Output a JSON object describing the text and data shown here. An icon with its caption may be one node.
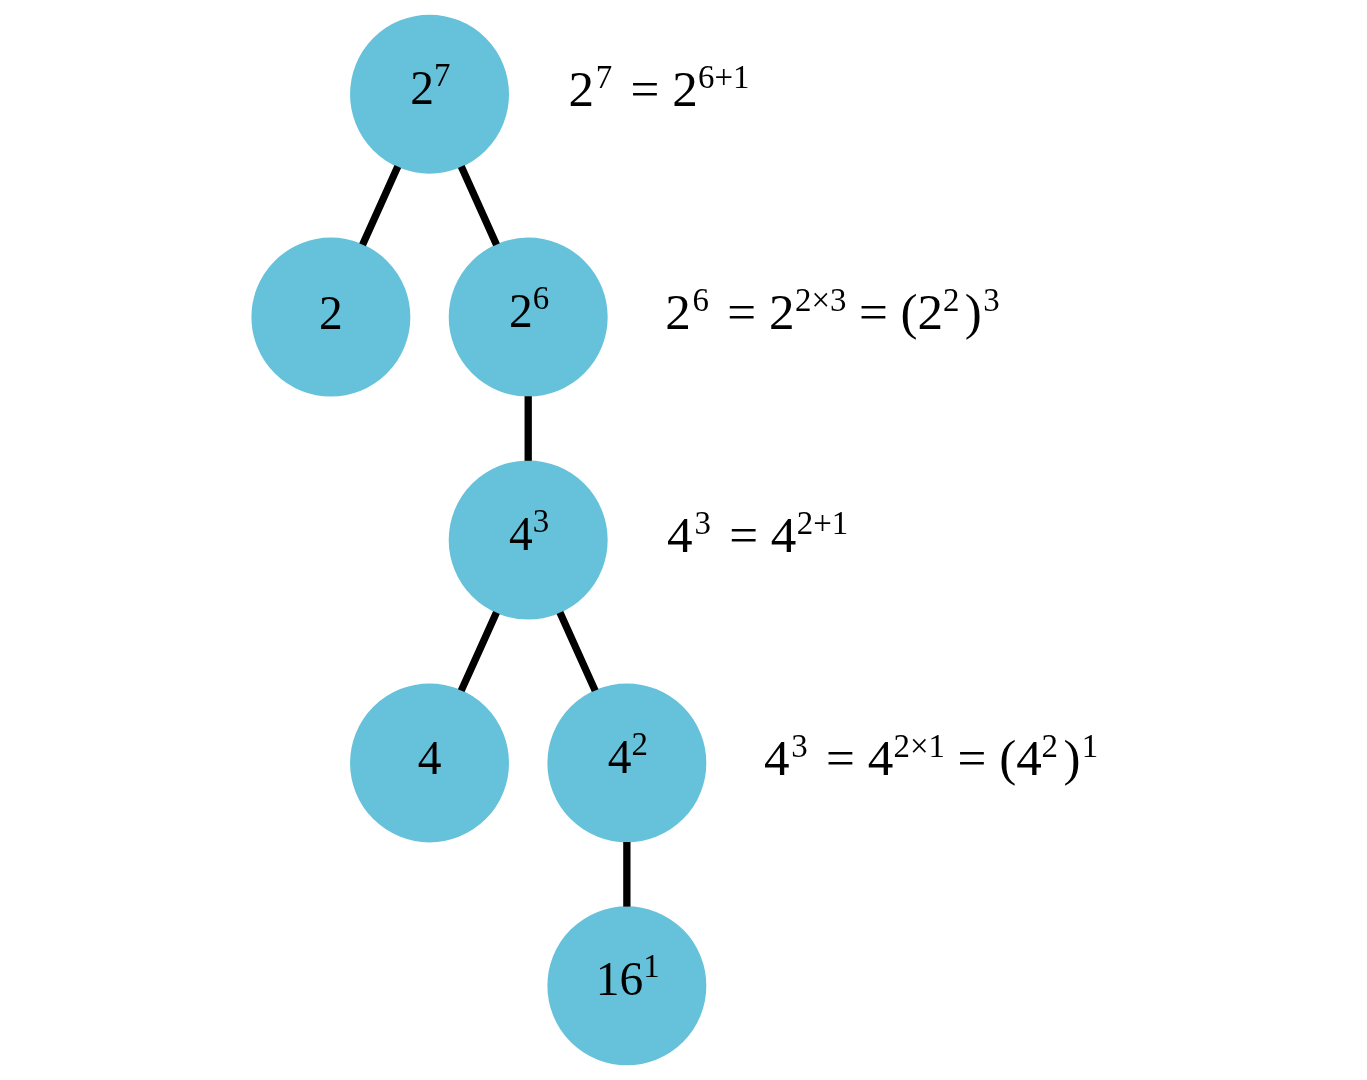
{
  "diagram": {
    "nodes": [
      {
        "text": [
          "2$^{7}$"
        ],
        "beside": [
          "2$^{7}$ = 2$^{6+1}$"
        ]
      },
      {
        "text": [
          "2"
        ]
      },
      {
        "text": [
          "2$^{6}$"
        ],
        "beside": [
          "2$^{6}$ = 2$^{2×3}$ = (2$^{2}$)$^{3}$"
        ]
      },
      {
        "text": [
          "4$^{3}$"
        ],
        "beside": [
          "4$^{3}$ = 4$^{2+1}$"
        ]
      },
      {
        "text": [
          "4"
        ]
      },
      {
        "text": [
          "4$^{2}$"
        ],
        "beside": [
          "4$^{3}$ = 4$^{2×1}$ = (4$^{2}$)$^{1}$"
        ]
      },
      {
        "text": [
          "16$^{1}$"
        ]
      }
    ],
    "edges": [
      {
        "from": 0,
        "to": 1,
        "arrow": "none"
      },
      {
        "from": 0,
        "to": 2,
        "arrow": "none"
      },
      {
        "from": 2,
        "to": 3,
        "arrow": "none"
      },
      {
        "from": 3,
        "to": 4,
        "arrow": "none"
      },
      {
        "from": 3,
        "to": 5,
        "arrow": "none"
      },
      {
        "from": 5,
        "to": 6,
        "arrow": "none"
      }
    ]
  }
}
